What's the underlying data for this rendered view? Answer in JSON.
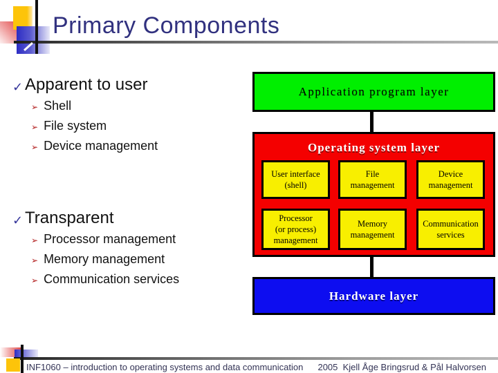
{
  "slide": {
    "title": "Primary Components",
    "footer": {
      "left": "INF1060 – introduction to operating systems and data communication",
      "right": "2005  Kjell Åge Bringsrud & Pål Halvorsen"
    }
  },
  "bullets": {
    "check_glyph": "✓",
    "arrow_glyph": "➢",
    "sections": [
      {
        "label": "Apparent to user",
        "items": [
          "Shell",
          "File system",
          "Device management"
        ]
      },
      {
        "label": "Transparent",
        "items": [
          "Processor management",
          "Memory management",
          "Communication services"
        ]
      }
    ]
  },
  "diagram": {
    "layers": [
      {
        "id": "application",
        "label": "Application program layer",
        "fill": "#00ef00",
        "text_color": "#000000"
      },
      {
        "id": "os",
        "label": "Operating system layer",
        "fill": "#f40000",
        "text_color": "#ffffff"
      },
      {
        "id": "hardware",
        "label": "Hardware layer",
        "fill": "#0d0df0",
        "text_color": "#ffffff"
      }
    ],
    "os_boxes": [
      {
        "label": "User interface\n(shell)"
      },
      {
        "label": "File\nmanagement"
      },
      {
        "label": "Device\nmanagement"
      },
      {
        "label": "Processor\n(or process)\nmanagement"
      },
      {
        "label": "Memory\nmanagement"
      },
      {
        "label": "Communication\nservices"
      }
    ],
    "os_box_fill": "#f8ef00"
  },
  "colors": {
    "title_text": "#31317f",
    "body_text": "#121212",
    "check_mark": "#333399",
    "arrow_bullet": "#b01818",
    "footer_text": "#333355",
    "decor_yellow": "#fdc40a",
    "decor_red": "#e04848",
    "decor_blue": "#2d2dc4"
  }
}
